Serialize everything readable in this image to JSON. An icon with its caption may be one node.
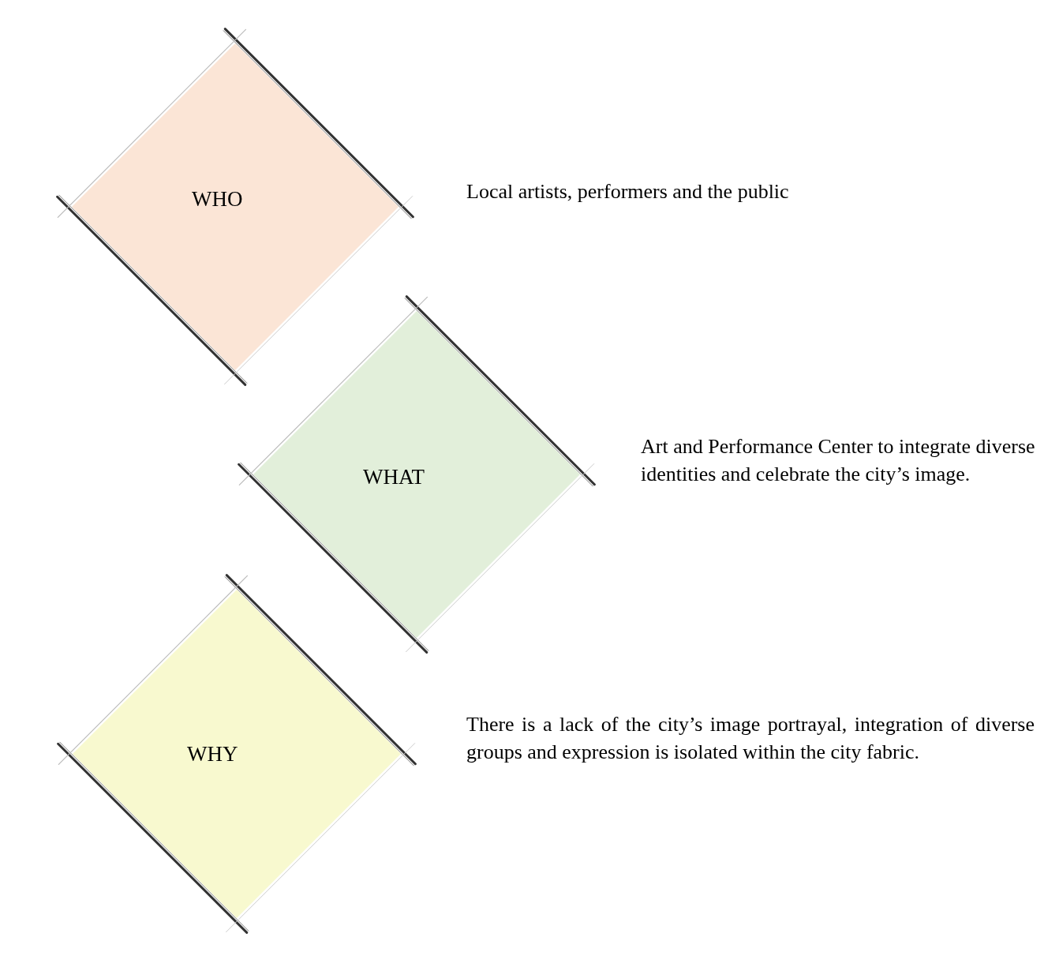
{
  "diagram": {
    "nodes": [
      {
        "text": [
          "WHO"
        ],
        "beside": [
          "Local artists, performers and the public"
        ]
      },
      {
        "text": [
          "WHAT"
        ],
        "beside": [
          "Art and Performance Center to integrate diverse identities and celebrate the city’s image."
        ]
      },
      {
        "text": [
          "WHY"
        ],
        "beside": [
          "There is a lack of the city’s image portrayal, integration of diverse groups and expression is isolated within the city fabric."
        ]
      }
    ]
  }
}
